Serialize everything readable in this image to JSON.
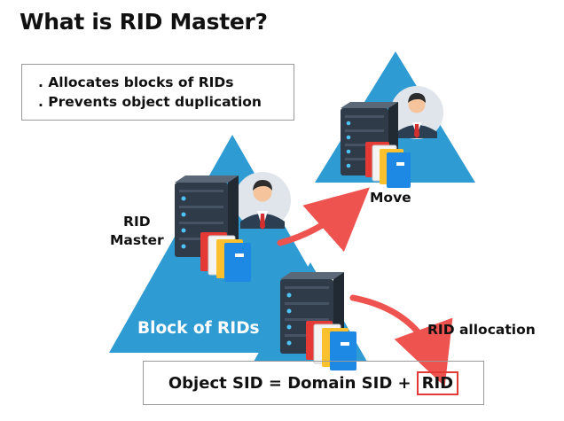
{
  "title": "What is RID Master?",
  "info": {
    "line1": ". Allocates blocks of RIDs",
    "line2": ". Prevents object duplication"
  },
  "labels": {
    "rid_master_line1": "RID",
    "rid_master_line2": "Master",
    "move": "Move",
    "block_of_rids": "Block of RIDs",
    "rid_allocation": "RID allocation"
  },
  "formula": {
    "text": "Object SID = Domain SID +",
    "highlight": "RID"
  },
  "colors": {
    "triangle": "#2f9bd3",
    "arrow": "#ef5350",
    "highlight_border": "#e53935"
  }
}
